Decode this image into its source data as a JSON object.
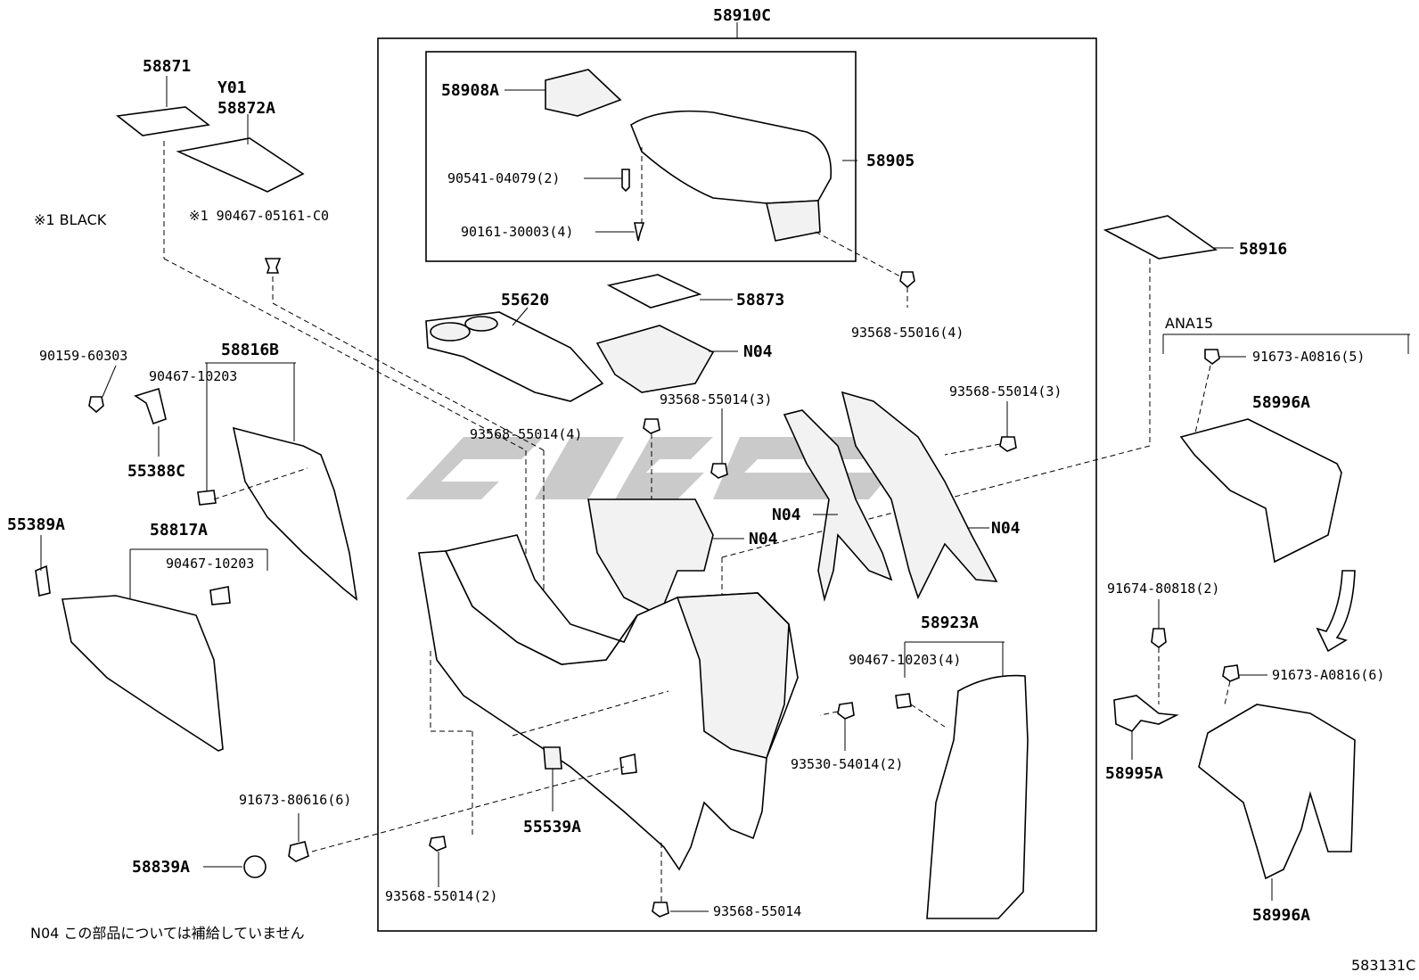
{
  "labels": {
    "p58910C": "58910C",
    "p58871": "58871",
    "pY01": "Y01",
    "p58872A": "58872A",
    "p58908A": "58908A",
    "p58905": "58905",
    "p90541": "90541-04079(2)",
    "p90161": "90161-30003(4)",
    "black_note": "※1 BLACK",
    "p90467_05161": "※1 90467-05161-C0",
    "p58916": "58916",
    "p55620": "55620",
    "p58873": "58873",
    "pN04_top": "N04",
    "p93568_55016": "93568-55016(4)",
    "p90159": "90159-60303",
    "p58816B": "58816B",
    "p90467_10203_a": "90467-10203",
    "p55388C": "55388C",
    "pANA15": "ANA15",
    "p91673_A0816_5": "91673-A0816(5)",
    "p93568_55014_3a": "93568-55014(3)",
    "p93568_55014_3b": "93568-55014(3)",
    "p58996A_top": "58996A",
    "p93568_55014_4": "93568-55014(4)",
    "pN04_left": "N04",
    "pN04_right": "N04",
    "pN04_mid": "N04",
    "p55389A": "55389A",
    "p58817A": "58817A",
    "p90467_10203_b": "90467-10203",
    "p91674": "91674-80818(2)",
    "p58923A": "58923A",
    "p90467_10203_4": "90467-10203(4)",
    "p91673_A0816_6": "91673-A0816(6)",
    "p93530": "93530-54014(2)",
    "p58995A": "58995A",
    "p91673_80616": "91673-80616(6)",
    "p55539A": "55539A",
    "p58839A": "58839A",
    "p93568_55014_2": "93568-55014(2)",
    "p93568_55014": "93568-55014",
    "p58996A_bot": "58996A",
    "footnote": "N04 この部品については補給していません",
    "diagram_id": "583131C"
  }
}
